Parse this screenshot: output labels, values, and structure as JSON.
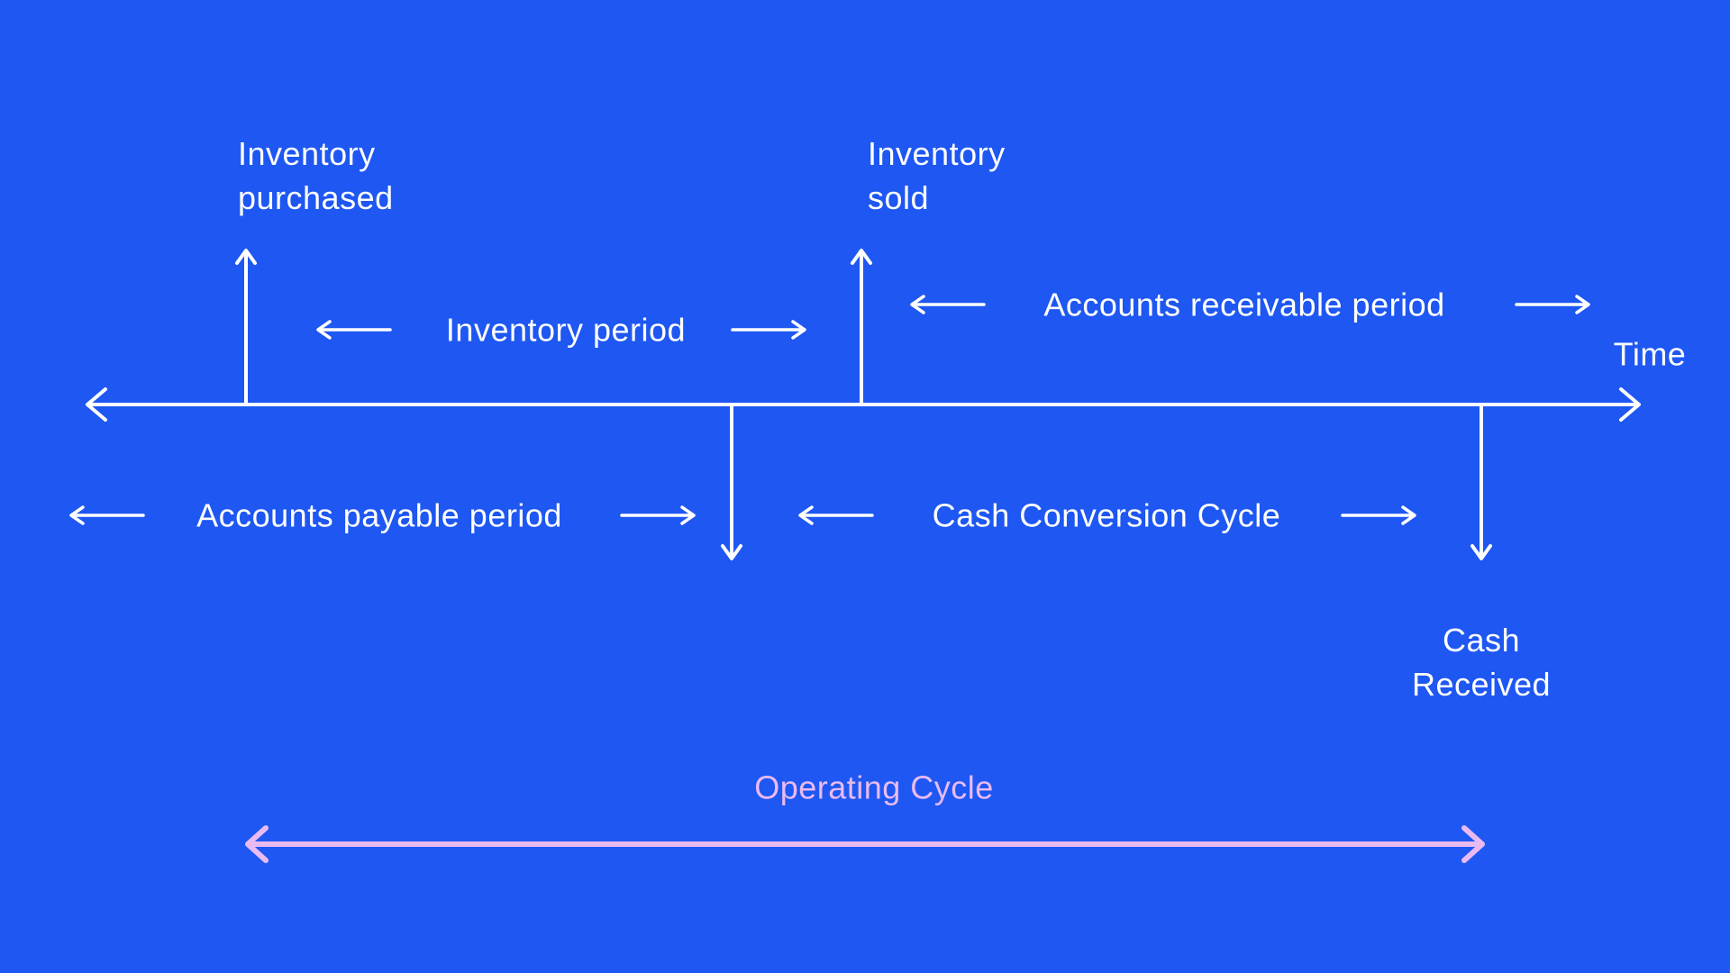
{
  "colors": {
    "background": "#1E57F2",
    "text": "#FFFFFF",
    "accent_pink": "#E9BAF1"
  },
  "timeline": {
    "axis_label": "Time",
    "events": {
      "inventory_purchased": "Inventory\npurchased",
      "inventory_sold": "Inventory\nsold",
      "cash_received": "Cash\nReceived"
    },
    "periods": {
      "inventory_period": "Inventory period",
      "accounts_receivable": "Accounts receivable period",
      "accounts_payable": "Accounts payable period",
      "cash_conversion": "Cash Conversion Cycle",
      "operating_cycle": "Operating Cycle"
    }
  }
}
